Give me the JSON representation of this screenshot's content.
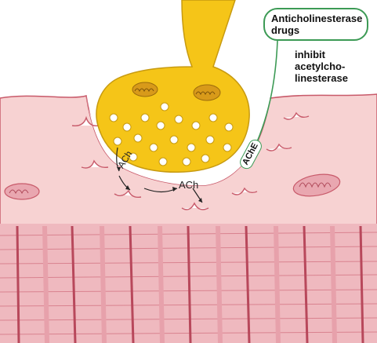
{
  "callout": {
    "title": "Anticholinesterase drugs"
  },
  "description": {
    "lines": [
      "inhibit",
      "acetylcho-",
      "linesterase"
    ]
  },
  "labels": {
    "ach_1": "ACh",
    "ach_2": "ACh",
    "enzyme": "AChE"
  },
  "colors": {
    "terminal": "#f5c518",
    "terminal_edge": "#c79a10",
    "muscle": "#f7d2d2",
    "muscle_edge": "#c85a6a",
    "striation": "#d9828f",
    "callout_border": "#3c9a55"
  }
}
